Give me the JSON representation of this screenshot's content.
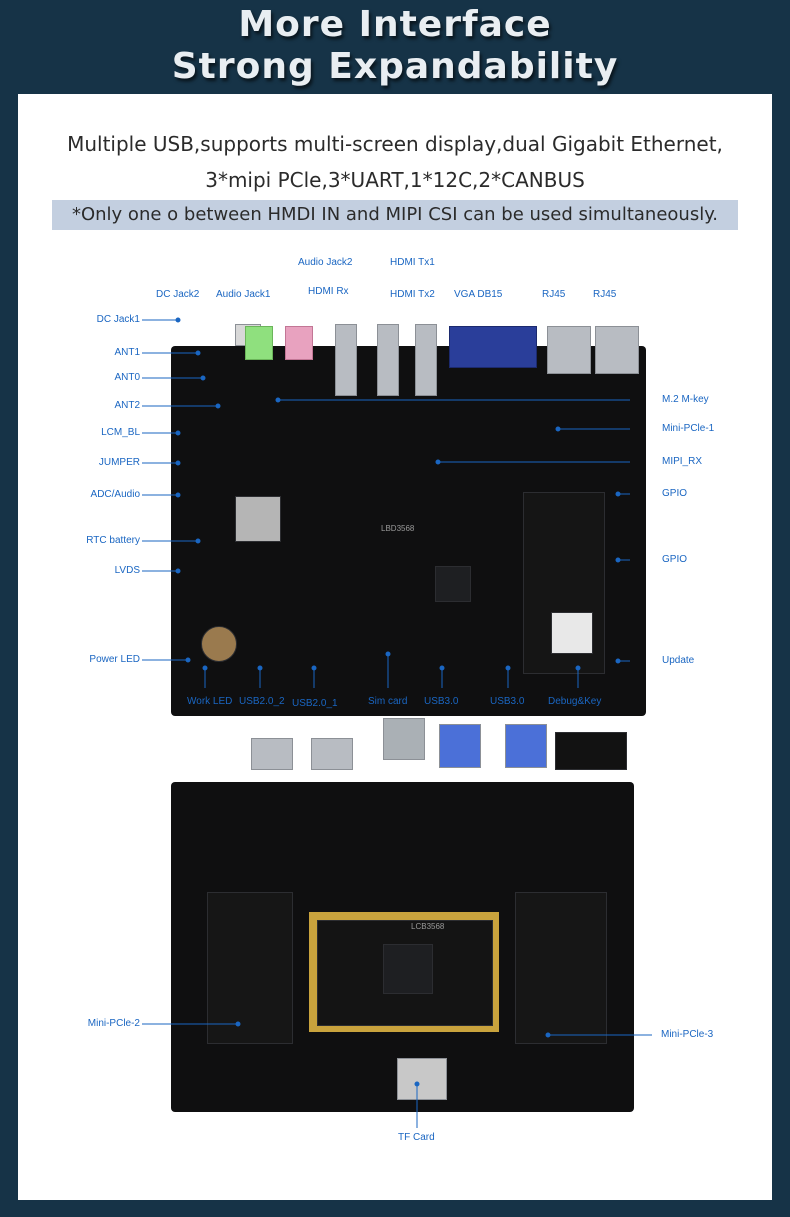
{
  "header": {
    "line1": "More Interface",
    "line2": "Strong Expandability"
  },
  "intro": {
    "line1": "Multiple USB,supports multi-screen display,dual Gigabit Ethernet,",
    "line2": "3*mipi PCle,3*UART,1*12C,2*CANBUS",
    "note": "*Only one o between HMDI IN and MIPI CSI can be used simultaneously."
  },
  "top_board": {
    "left_labels": [
      "DC Jack1",
      "ANT1",
      "ANT0",
      "ANT2",
      "LCM_BL",
      "JUMPER",
      "ADC/Audio",
      "RTC battery",
      "LVDS",
      "Power LED"
    ],
    "top_labels": [
      "DC Jack2",
      "Audio Jack1",
      "Audio Jack2",
      "HDMI Rx",
      "HDMI Tx1",
      "HDMI Tx2",
      "VGA DB15",
      "RJ45",
      "RJ45"
    ],
    "right_labels": [
      "M.2 M-key",
      "Mini-PCle-1",
      "MIPI_RX",
      "GPIO",
      "GPIO",
      "Update"
    ],
    "bottom_labels": [
      "Work LED",
      "USB2.0_2",
      "USB2.0_1",
      "Sim card",
      "USB3.0",
      "USB3.0",
      "Debug&Key"
    ],
    "silkscreen": "LBD3568"
  },
  "bottom_board": {
    "left_label": "Mini-PCle-2",
    "right_label": "Mini-PCle-3",
    "bottom_label": "TF Card",
    "silkscreen": "LCB3568"
  },
  "colors": {
    "background": "#163347",
    "label": "#1a66c2",
    "note_bg": "#c3cfe0"
  }
}
